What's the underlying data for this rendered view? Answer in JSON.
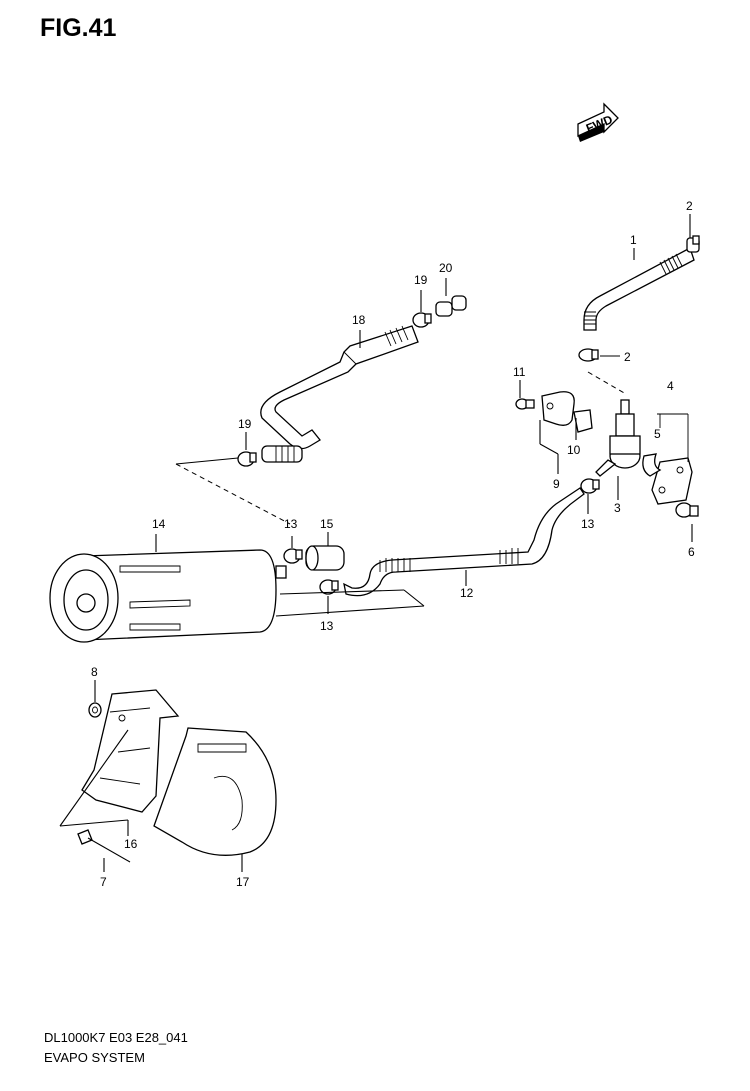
{
  "figure": {
    "title": "FIG.41",
    "model_code": "DL1000K7 E03 E28_041",
    "name": "EVAPO SYSTEM",
    "fwd_label": "FWD"
  },
  "callouts": {
    "c1": "1",
    "c2a": "2",
    "c2b": "2",
    "c3": "3",
    "c4": "4",
    "c5": "5",
    "c6": "6",
    "c7": "7",
    "c8": "8",
    "c9": "9",
    "c10": "10",
    "c11": "11",
    "c12": "12",
    "c13a": "13",
    "c13b": "13",
    "c13c": "13",
    "c14": "14",
    "c15": "15",
    "c16": "16",
    "c17": "17",
    "c18": "18",
    "c19a": "19",
    "c19b": "19",
    "c20": "20"
  },
  "colors": {
    "line": "#000000",
    "background": "#ffffff"
  }
}
